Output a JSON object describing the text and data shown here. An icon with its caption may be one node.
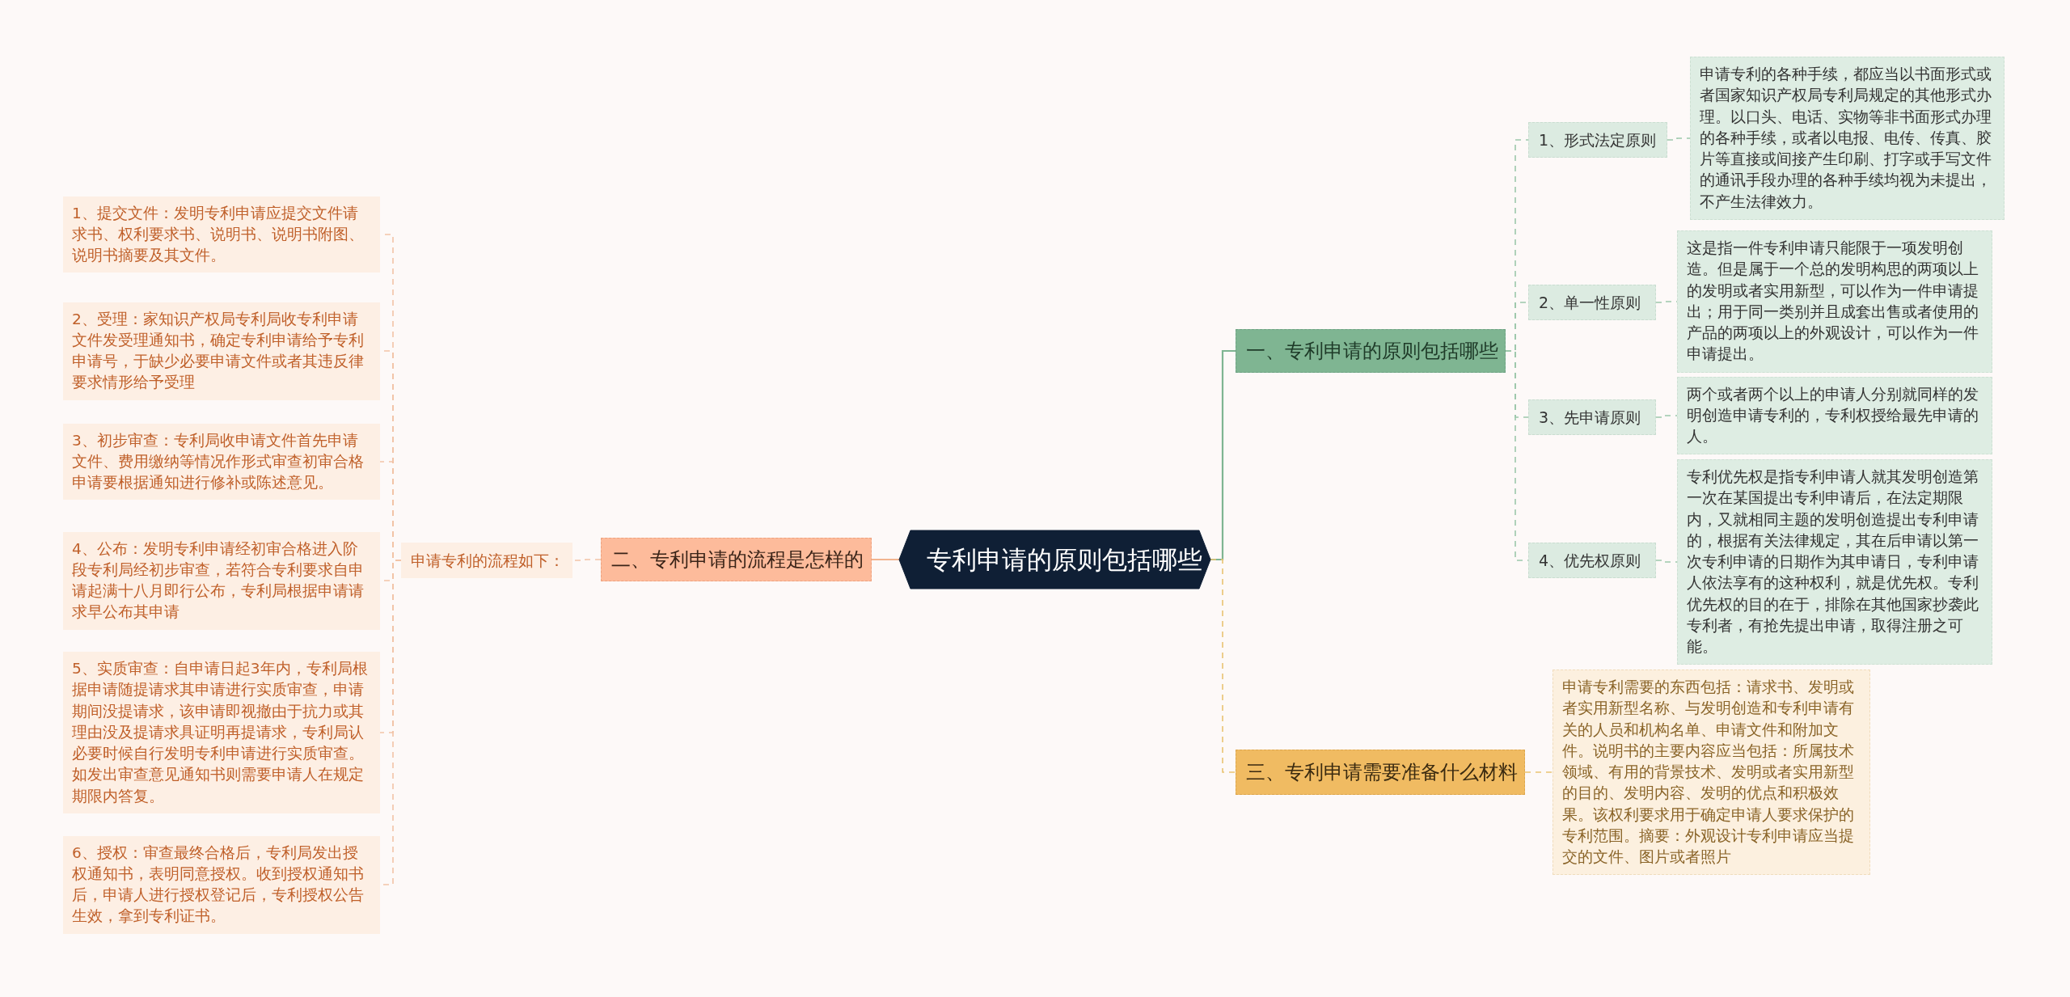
{
  "diagram": {
    "nodes": [
      {
        "text": [
          "专利申请的原则包括哪些"
        ]
      },
      {
        "text": [
          "一、专利申请的原则包括哪些"
        ]
      },
      {
        "text": [
          "1、形式法定原则"
        ]
      },
      {
        "text": [
          "申请专利的各种手续，都应当以书面形式或者国家知识产权局专利局规定的其他形式办理。以口头、电话、实物等非书面形式办理的各种手续，或者以电报、电传、传真、胶片等直接或间接产生印刷、打字或手写文件的通讯手段办理的各种手续均视为未提出，不产生法律效力。"
        ]
      },
      {
        "text": [
          "2、单一性原则"
        ]
      },
      {
        "text": [
          "这是指一件专利申请只能限于一项发明创造。但是属于一个总的发明构思的两项以上的发明或者实用新型，可以作为一件申请提出；用于同一类别并且成套出售或者使用的产品的两项以上的外观设计，可以作为一件申请提出。"
        ]
      },
      {
        "text": [
          "3、先申请原则"
        ]
      },
      {
        "text": [
          "两个或者两个以上的申请人分别就同样的发明创造申请专利的，专利权授给最先申请的人。"
        ]
      },
      {
        "text": [
          "4、优先权原则"
        ]
      },
      {
        "text": [
          "专利优先权是指专利申请人就其发明创造第一次在某国提出专利申请后，在法定期限内，又就相同主题的发明创造提出专利申请的，根据有关法律规定，其在后申请以第一次专利申请的日期作为其申请日，专利申请人依法享有的这种权利，就是优先权。专利优先权的目的在于，排除在其他国家抄袭此专利者，有抢先提出申请，取得注册之可能。"
        ]
      },
      {
        "text": [
          "二、专利申请的流程是怎样的"
        ]
      },
      {
        "text": [
          "申请专利的流程如下："
        ]
      },
      {
        "text": [
          "1、提交文件：发明专利申请应提交文件请求书、权利要求书、说明书、说明书附图、说明书摘要及其文件。"
        ]
      },
      {
        "text": [
          "2、受理：家知识产权局专利局收专利申请文件发受理通知书，确定专利申请给予专利申请号，于缺少必要申请文件或者其违反律要求情形给予受理"
        ]
      },
      {
        "text": [
          "3、初步审查：专利局收申请文件首先申请文件、费用缴纳等情况作形式审查初审合格申请要根据通知进行修补或陈述意见。"
        ]
      },
      {
        "text": [
          "4、公布：发明专利申请经初审合格进入阶段专利局经初步审查，若符合专利要求自申请起满十八月即行公布，专利局根据申请请求早公布其申请"
        ]
      },
      {
        "text": [
          "5、实质审查：自申请日起3年内，专利局根据申请随提请求其申请进行实质审查，申请期间没提请求，该申请即视撤由于抗力或其理由没及提请求具证明再提请求，专利局认必要时候自行发明专利申请进行实质审查。如发出审查意见通知书则需要申请人在规定期限内答复。"
        ]
      },
      {
        "text": [
          "6、授权：审查最终合格后，专利局发出授权通知书，表明同意授权。收到授权通知书后，申请人进行授权登记后，专利授权公告生效，拿到专利证书。"
        ]
      },
      {
        "text": [
          "三、专利申请需要准备什么材料"
        ]
      },
      {
        "text": [
          "申请专利需要的东西包括：请求书、发明或者实用新型名称、与发明创造和专利申请有关的人员和机构名单、申请文件和附加文件。说明书的主要内容应当包括：所属技术领域、有用的背景技术、发明或者实用新型的目的、发明内容、发明的优点和积极效果。该权利要求用于确定申请人要求保护的专利范围。摘要：外观设计专利申请应当提交的文件、图片或者照片"
        ]
      }
    ],
    "edges": [
      {
        "from": 0,
        "to": 1,
        "arrow": "none",
        "color": "#7fb592"
      },
      {
        "from": 1,
        "to": 2,
        "arrow": "none",
        "style": "dashed",
        "color": "#9cc7aa"
      },
      {
        "from": 2,
        "to": 3,
        "arrow": "none",
        "style": "dashed",
        "color": "#9cc7aa"
      },
      {
        "from": 1,
        "to": 4,
        "arrow": "none",
        "style": "dashed",
        "color": "#9cc7aa"
      },
      {
        "from": 4,
        "to": 5,
        "arrow": "none",
        "style": "dashed",
        "color": "#9cc7aa"
      },
      {
        "from": 1,
        "to": 6,
        "arrow": "none",
        "style": "dashed",
        "color": "#9cc7aa"
      },
      {
        "from": 6,
        "to": 7,
        "arrow": "none",
        "style": "dashed",
        "color": "#9cc7aa"
      },
      {
        "from": 1,
        "to": 8,
        "arrow": "none",
        "style": "dashed",
        "color": "#9cc7aa"
      },
      {
        "from": 8,
        "to": 9,
        "arrow": "none",
        "style": "dashed",
        "color": "#9cc7aa"
      },
      {
        "from": 0,
        "to": 10,
        "arrow": "none",
        "color": "#f2b48f"
      },
      {
        "from": 10,
        "to": 11,
        "arrow": "none",
        "style": "dashed",
        "color": "#f2c3a6"
      },
      {
        "from": 11,
        "to": 12,
        "arrow": "none",
        "style": "dashed",
        "color": "#f2c3a6"
      },
      {
        "from": 11,
        "to": 13,
        "arrow": "none",
        "style": "dashed",
        "color": "#f2c3a6"
      },
      {
        "from": 11,
        "to": 14,
        "arrow": "none",
        "style": "dashed",
        "color": "#f2c3a6"
      },
      {
        "from": 11,
        "to": 15,
        "arrow": "none",
        "style": "dashed",
        "color": "#f2c3a6"
      },
      {
        "from": 11,
        "to": 16,
        "arrow": "none",
        "style": "dashed",
        "color": "#f2c3a6"
      },
      {
        "from": 11,
        "to": 17,
        "arrow": "none",
        "style": "dashed",
        "color": "#f2c3a6"
      },
      {
        "from": 0,
        "to": 18,
        "arrow": "none",
        "style": "dashed",
        "color": "#e9c371"
      },
      {
        "from": 18,
        "to": 19,
        "arrow": "none",
        "style": "dashed",
        "color": "#e9c371"
      }
    ]
  }
}
